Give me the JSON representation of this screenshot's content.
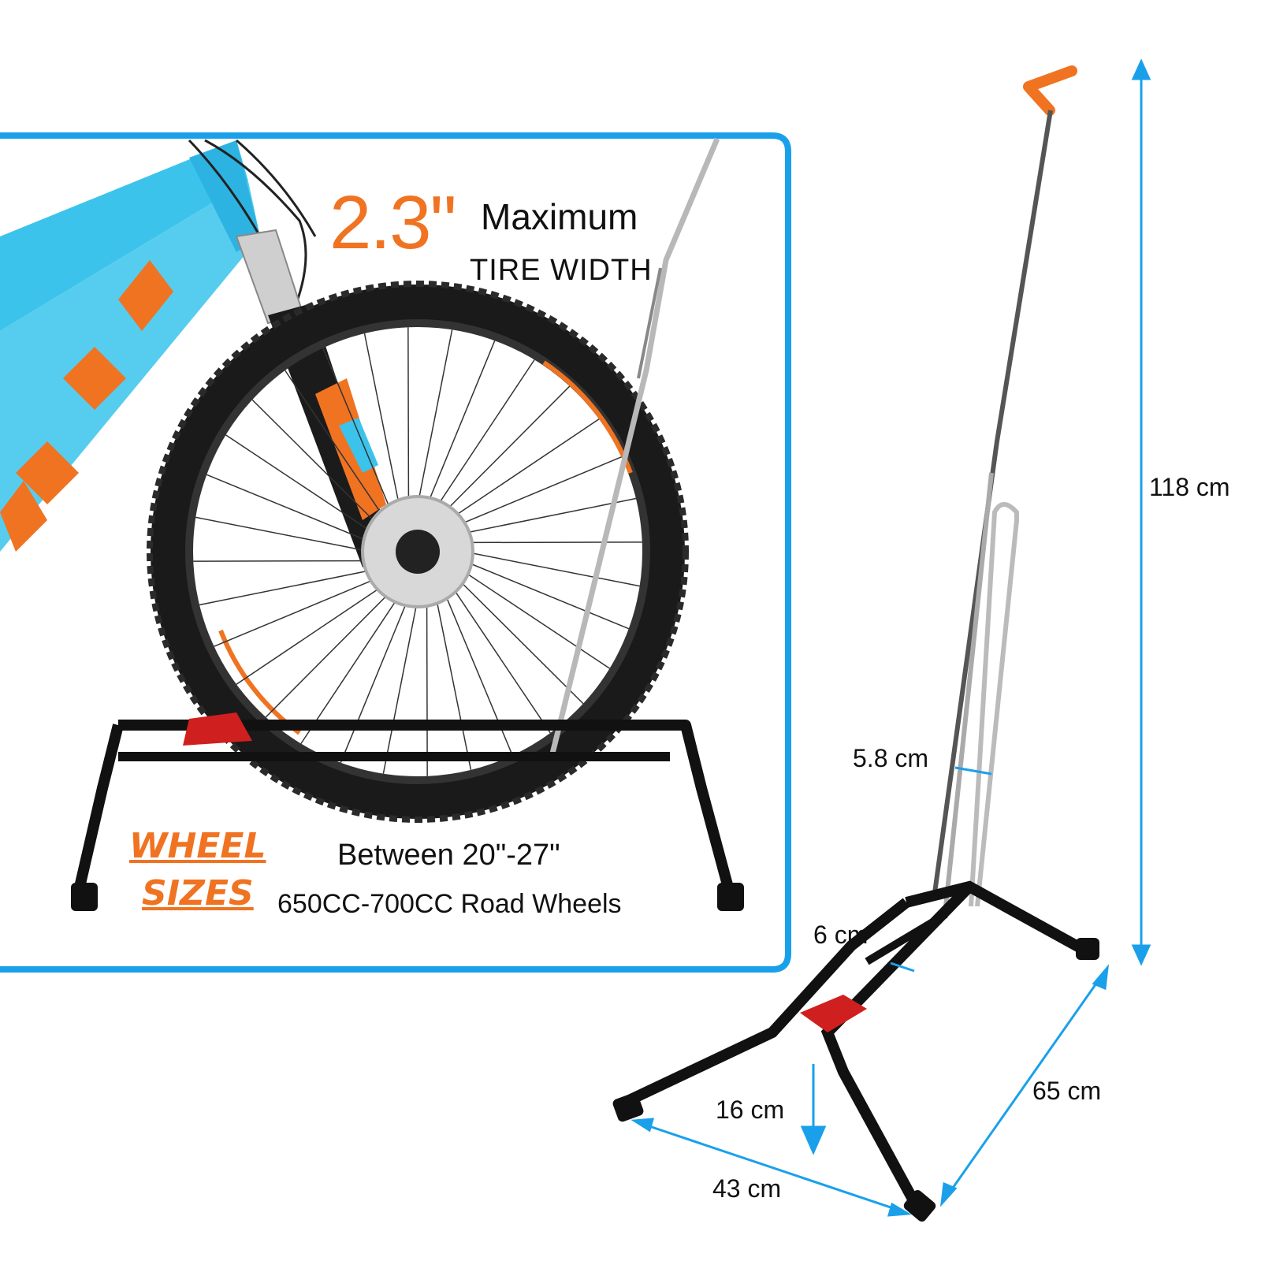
{
  "callout": {
    "tire_width_value": "2.3\"",
    "tire_width_label_1": "Maximum",
    "tire_width_label_2": "TIRE WIDTH",
    "wheel_label_1": "WHEEL",
    "wheel_label_2": "SIZES",
    "wheel_range": "Between 20\"-27\"",
    "road_wheels": "650CC-700CC Road Wheels"
  },
  "dimensions": {
    "height": "118 cm",
    "upright_gap": "5.8 cm",
    "rail_gap": "6 cm",
    "foot_height": "16 cm",
    "length": "65 cm",
    "width": "43 cm"
  },
  "colors": {
    "frame_blue": "#1aa0ea",
    "accent_orange": "#f07322",
    "bike_blue": "#3cc3ec",
    "stand_black": "#111111",
    "pad_red": "#d01f1f",
    "arrow_blue": "#1aa0ea"
  }
}
